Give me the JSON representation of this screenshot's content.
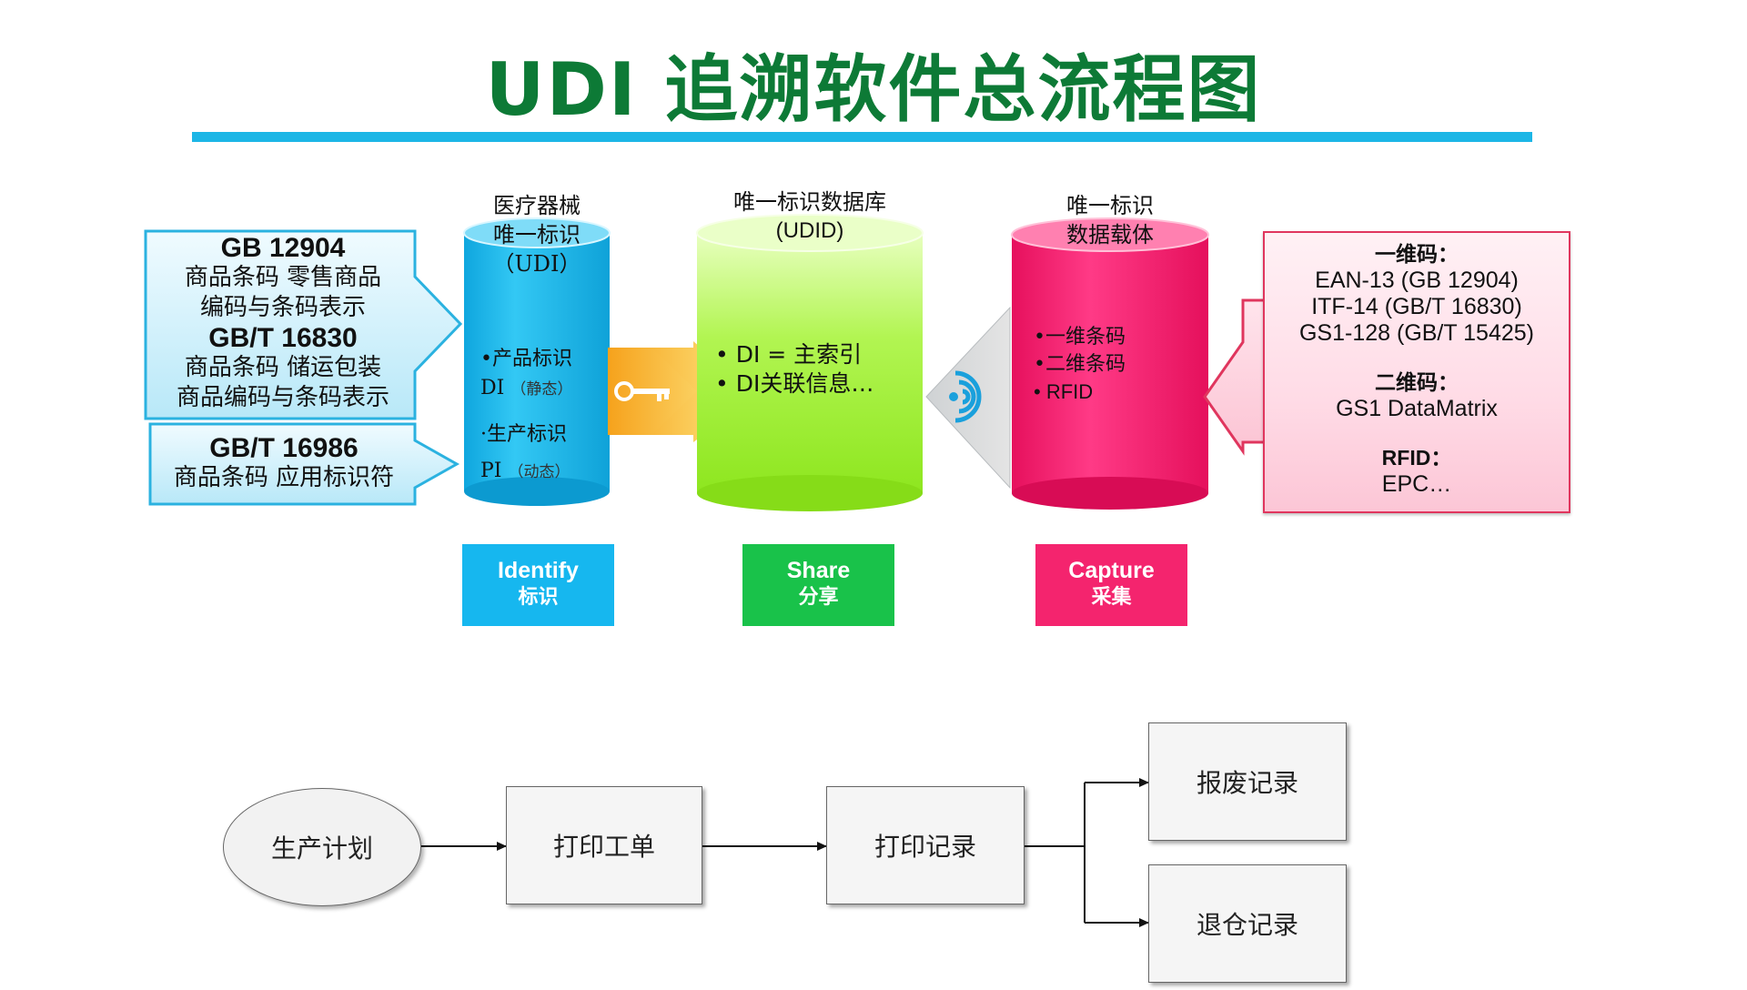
{
  "title": "UDI 追溯软件总流程图",
  "left_callouts": [
    {
      "lines": [
        {
          "text": "GB 12904",
          "kind": "std"
        },
        {
          "text": "商品条码  零售商品",
          "kind": "desc"
        },
        {
          "text": "编码与条码表示",
          "kind": "desc"
        },
        {
          "text": "GB/T 16830",
          "kind": "std"
        },
        {
          "text": "商品条码  储运包装",
          "kind": "desc"
        },
        {
          "text": "商品编码与条码表示",
          "kind": "desc"
        }
      ]
    },
    {
      "lines": [
        {
          "text": "GB/T 16986",
          "kind": "std"
        },
        {
          "text": "商品条码 应用标识符",
          "kind": "desc"
        }
      ]
    }
  ],
  "cylinders": {
    "udi": {
      "head": [
        "医疗器械",
        "唯一标识",
        "（UDI）"
      ],
      "b1": "•产品标识",
      "b2": "DI",
      "b2_note": "（静态）",
      "b3": "·生产标识",
      "b4": "PI",
      "b4_note": "（动态）"
    },
    "udid": {
      "head": [
        "唯一标识数据库",
        "(UDID)"
      ],
      "b1": "• DI = 主索引",
      "b2": "• DI关联信息…"
    },
    "carrier": {
      "head": [
        "唯一标识",
        "数据载体"
      ],
      "b1": "•一维条码",
      "b2": "•二维条码",
      "b3": "• RFID"
    }
  },
  "right_box": {
    "h1": "一维码：",
    "l1": "EAN-13 (GB 12904)",
    "l2": "ITF-14 (GB/T 16830)",
    "l3": "GS1-128 (GB/T 15425)",
    "h2": "二维码：",
    "l4": "GS1 DataMatrix",
    "h3": "RFID：",
    "l5": "EPC…"
  },
  "tiles": [
    {
      "en": "Identify",
      "cn": "标识",
      "color": "#16b7ef"
    },
    {
      "en": "Share",
      "cn": "分享",
      "color": "#19c24a"
    },
    {
      "en": "Capture",
      "cn": "采集",
      "color": "#f4246e"
    }
  ],
  "flow": {
    "start": "生产计划",
    "step1": "打印工单",
    "step2": "打印记录",
    "out1": "报废记录",
    "out2": "退仓记录"
  },
  "colors": {
    "title": "#0d7a36",
    "rule": "#1cb6e6",
    "udi_cyl": "#1cbef0",
    "udid_cyl": "#9af02a",
    "carrier_cyl": "#f6206f",
    "callout_border": "#2bb2e0"
  },
  "icons": [
    "key-icon",
    "wireless-signal-icon"
  ]
}
